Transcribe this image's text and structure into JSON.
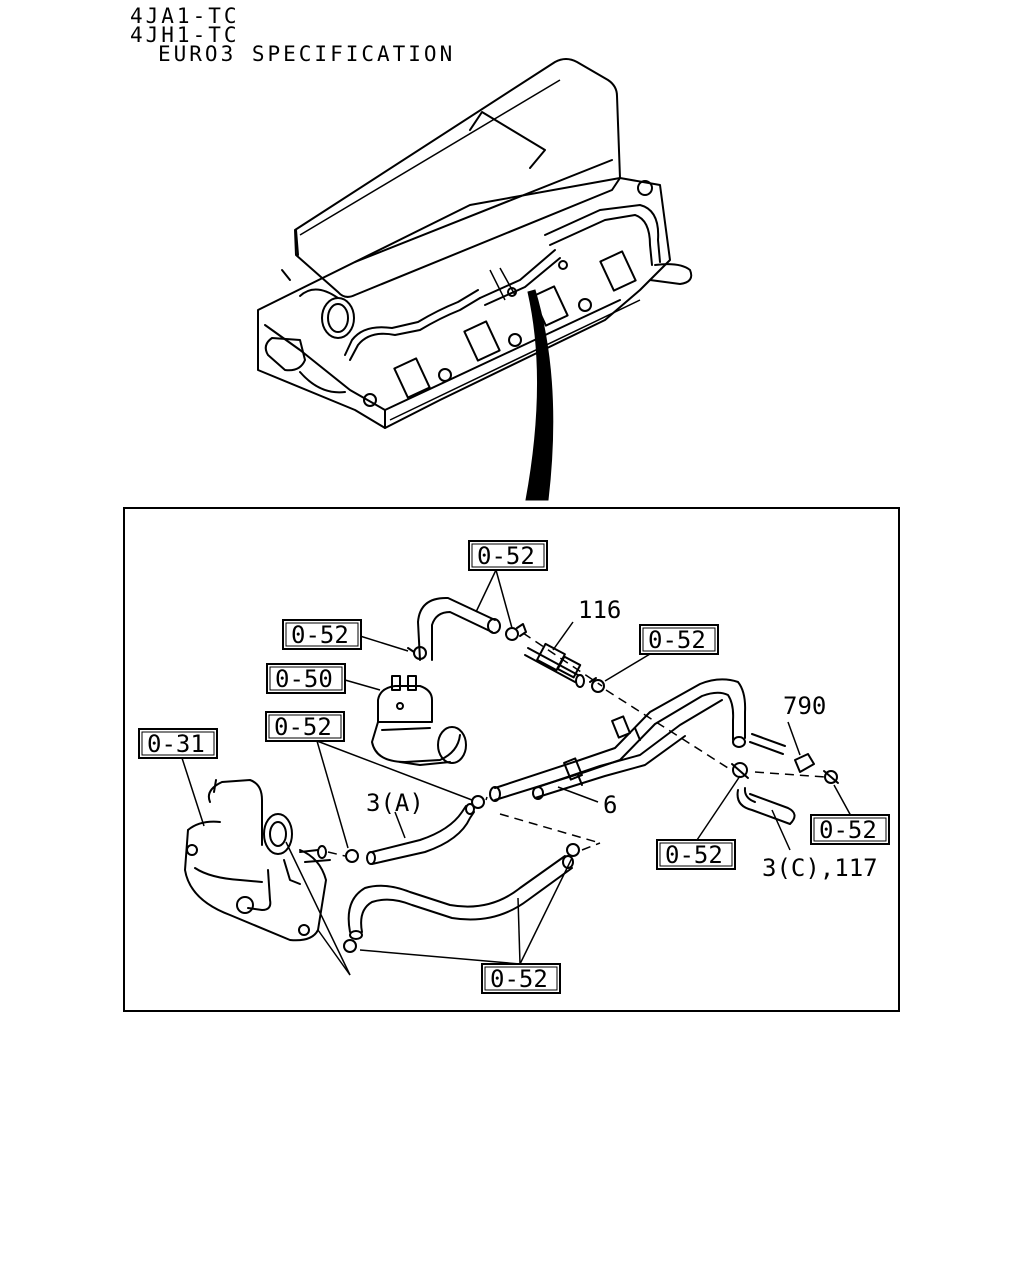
{
  "header": {
    "line1": "4JA1-TC",
    "line2": "4JH1-TC",
    "line3": "EURO3 SPECIFICATION"
  },
  "callouts": {
    "top_052": "0-52",
    "left_upper_052": "0-52",
    "c050": "0-50",
    "mid_052": "0-52",
    "c031": "0-31",
    "right_052": "0-52",
    "far_right_052": "0-52",
    "center_bottom_052": "0-52",
    "bottom_052": "0-52"
  },
  "labels": {
    "p116": "116",
    "p790": "790",
    "p3a": "3(A)",
    "p6": "6",
    "p3c": "3(C),117"
  }
}
